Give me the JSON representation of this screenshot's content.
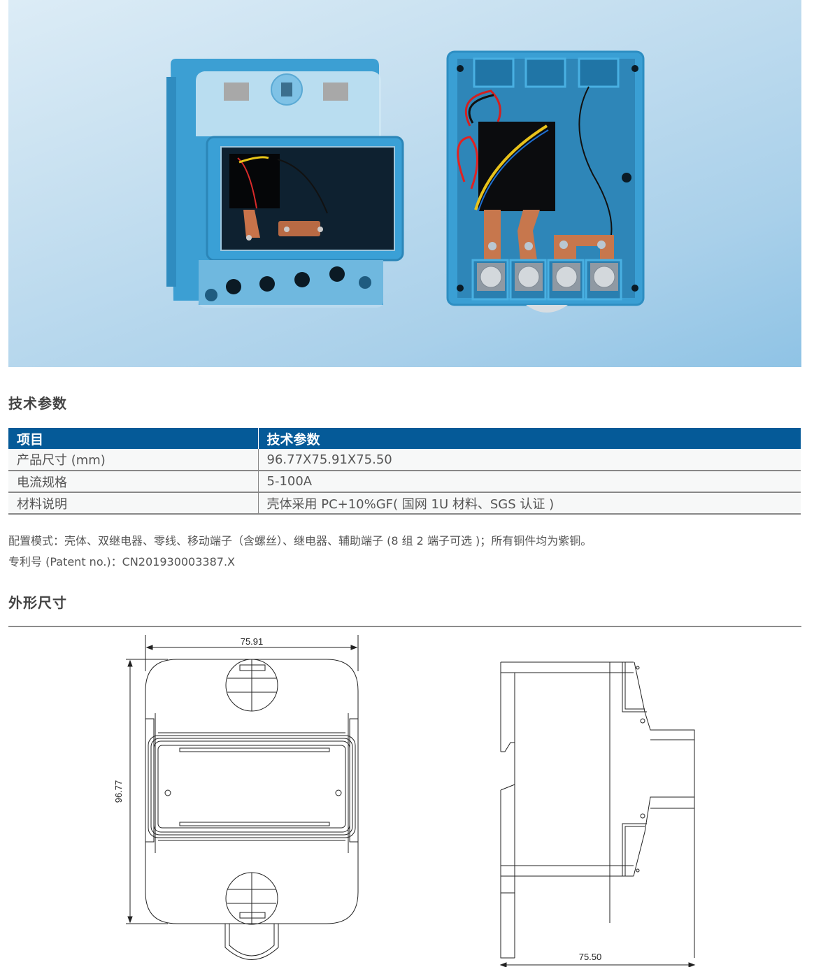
{
  "hero": {
    "images": [
      {
        "name": "meter-enclosure-front-view",
        "alt": "Blue meter enclosure with transparent cover, front view"
      },
      {
        "name": "meter-enclosure-open-interior",
        "alt": "Open blue enclosure showing relay, copper terminals and wiring"
      }
    ],
    "colors": {
      "enclosure": "#3ea0d2",
      "background": "#b7d7ee"
    }
  },
  "tech_section": {
    "title": "技术参数",
    "table": {
      "headers": [
        "项目",
        "技术参数"
      ],
      "rows": [
        [
          "产品尺寸 (mm)",
          "96.77X75.91X75.50"
        ],
        [
          "电流规格",
          "5-100A"
        ],
        [
          "材料说明",
          "壳体采用 PC+10%GF( 国网 1U 材料、SGS 认证 )"
        ]
      ],
      "header_color": "#055a98"
    },
    "config_note": "配置模式：壳体、双继电器、零线、移动端子（含螺丝）、继电器、辅助端子 (8 组 2 端子可选 )；所有铜件均为紫铜。",
    "patent_note": "专利号 (Patent no.)：CN201930003387.X"
  },
  "dimension_section": {
    "title": "外形尺寸",
    "front_view": {
      "width_label": "75.91",
      "height_label": "96.77"
    },
    "side_view": {
      "depth_label": "75.50"
    }
  }
}
